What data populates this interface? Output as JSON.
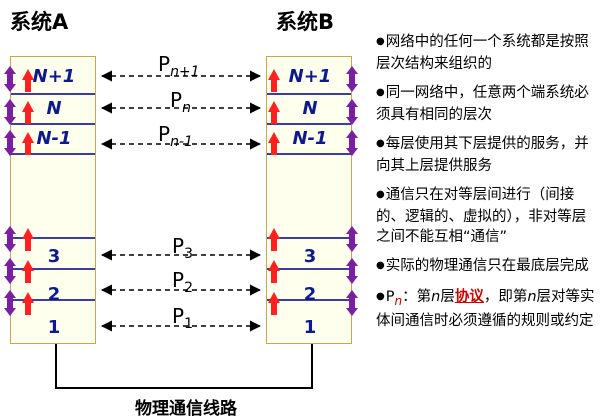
{
  "system_a": {
    "title": "系统A"
  },
  "system_b": {
    "title": "系统B"
  },
  "layers": [
    {
      "name": "N+1",
      "p_base": "P",
      "p_sub": "n+1"
    },
    {
      "name": "N",
      "p_base": "P",
      "p_sub": "n"
    },
    {
      "name": "N-1",
      "p_base": "P",
      "p_sub": "n-1"
    },
    {
      "name": "3",
      "p_base": "P",
      "p_sub": "3"
    },
    {
      "name": "2",
      "p_base": "P",
      "p_sub": "2"
    },
    {
      "name": "1",
      "p_base": "P",
      "p_sub": "1"
    }
  ],
  "physical_line_label": "物理通信线路",
  "notes": {
    "n1": "网络中的任何一个系统都是按照层次结构来组织的",
    "n2": "同一网络中，任意两个端系统必须具有相同的层次",
    "n3": "每层使用其下层提供的服务，并向其上层提供服务",
    "n4": "通信只在对等层间进行（间接的、逻辑的、虚拟的），非对等层之间不能互相“通信”",
    "n5": "实际的物理通信只在最底层完成",
    "n6_p": "P",
    "n6_sub": "n",
    "n6_a": "：第",
    "n6_n": "n",
    "n6_b": "层",
    "n6_hl": "协议",
    "n6_c": "，即第",
    "n6_n2": "n",
    "n6_d": "层对等实体间通信时必须遵循的规则或约定"
  },
  "colors": {
    "layer_line": "#3d3d9c",
    "label_blue": "#0c1a8c",
    "red_arrow": "#ff2020",
    "purple_arrow": "#7a1fa2",
    "box_fill": "#ffffee",
    "box_border": "#c9a74f",
    "highlight_red": "#cc0000"
  }
}
